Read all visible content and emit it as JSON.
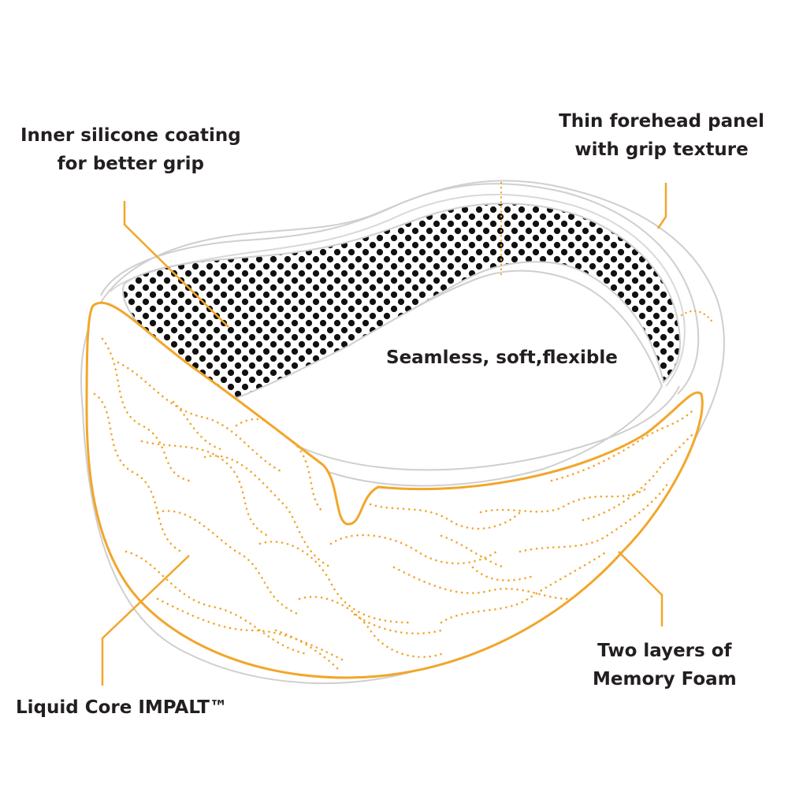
{
  "colors": {
    "accent": "#f2a62a",
    "text": "#231f20",
    "outline": "#cfcfcf",
    "dots": "#111111"
  },
  "callouts": {
    "inner_silicone": {
      "line1": "Inner silicone coating",
      "line2": "for better grip"
    },
    "forehead_panel": {
      "line1": "Thin forehead panel",
      "line2": "with grip texture"
    },
    "seamless": {
      "text": "Seamless, soft,flexible"
    },
    "memory_foam": {
      "line1": "Two layers of",
      "line2": "Memory Foam"
    },
    "liquid_core": {
      "text": "Liquid Core IMPALT™"
    }
  }
}
